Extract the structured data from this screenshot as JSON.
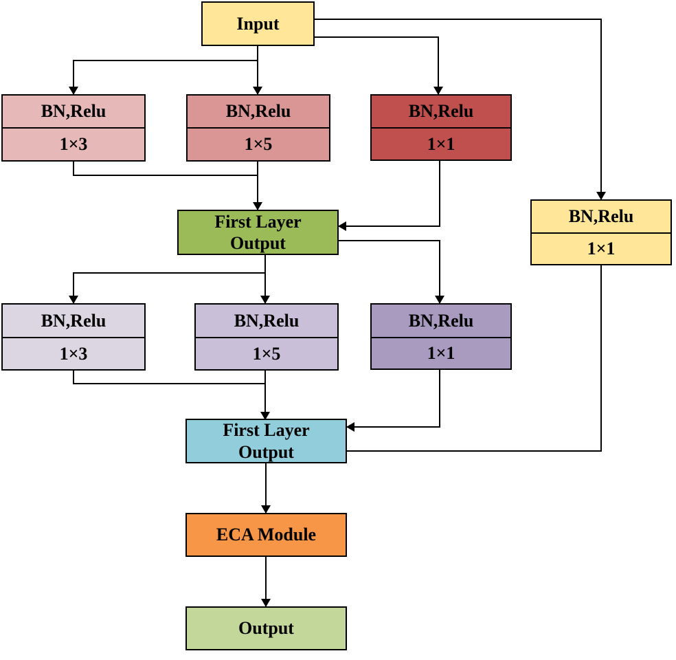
{
  "colors": {
    "input": "#ffe699",
    "pink_light": "#e6b8b7",
    "pink_mid": "#da9694",
    "red": "#c0504d",
    "yellow": "#ffe699",
    "green_mid": "#9bbb59",
    "lav_light": "#dcd6e3",
    "lav_mid": "#c9bfd8",
    "lav_dark": "#a99bc0",
    "blue": "#92cddc",
    "orange": "#f79646",
    "green_light": "#c4d79b",
    "line": "#000000"
  },
  "nodes": {
    "input": {
      "label": "Input"
    },
    "block1_a": {
      "top": "BN,Relu",
      "bottom": "1×3"
    },
    "block1_b": {
      "top": "BN,Relu",
      "bottom": "1×5"
    },
    "block1_c": {
      "top": "BN,Relu",
      "bottom": "1×1"
    },
    "shortcut": {
      "top": "BN,Relu",
      "bottom": "1×1"
    },
    "first_layer_output": {
      "line1": "First Layer",
      "line2": "Output"
    },
    "block2_a": {
      "top": "BN,Relu",
      "bottom": "1×3"
    },
    "block2_b": {
      "top": "BN,Relu",
      "bottom": "1×5"
    },
    "block2_c": {
      "top": "BN,Relu",
      "bottom": "1×1"
    },
    "second_layer_output": {
      "line1": "First Layer",
      "line2": "Output"
    },
    "eca": {
      "label": "ECA Module"
    },
    "output": {
      "label": "Output"
    }
  }
}
